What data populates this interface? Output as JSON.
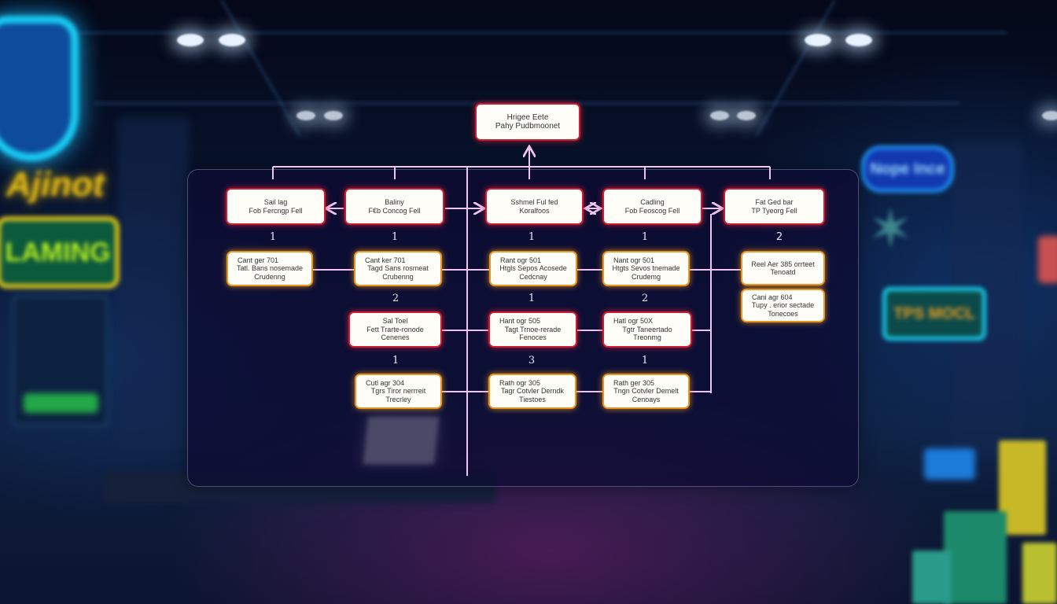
{
  "background": {
    "scene": "neon-lit gaming arcade interior (blurred)",
    "signs": {
      "left_top": "",
      "left_yellow": "Ajinot",
      "left_green": "LAMING",
      "right_blue": "Nope Ince",
      "right_neon": "TPS MOCL"
    }
  },
  "diagram": {
    "root": {
      "line1": "Hrigee Eete",
      "line2": "Pahy Pudbmoonet"
    },
    "level1": [
      {
        "line1": "Sail lag",
        "line2": "Fob Fercngp Fell",
        "count": "1"
      },
      {
        "line1": "Baliny",
        "line2": "F€b Concog Fell",
        "count": "1"
      },
      {
        "line1": "Sshmel Ful fed",
        "line2": "Koralfoos",
        "count": "1"
      },
      {
        "line1": "Cadling",
        "line2": "Fob Feoscog Fell",
        "count": "1"
      },
      {
        "line1": "Fat Ged bar",
        "line2": "TP Tyeorg Fell",
        "count": "2"
      }
    ],
    "level2": [
      {
        "line1": "Cant ger 701",
        "line2": "Tatl. Bans nosemade",
        "line3": "Crudenng"
      },
      {
        "line1": "Cant ker 701",
        "line2": "Tagd Sans rosmeat",
        "line3": "Crubenng"
      },
      {
        "line1": "Rant ogr 501",
        "line2": "Htgls Sepos Acosede",
        "line3": "Cedcnay"
      },
      {
        "line1": "Nant ogr 501",
        "line2": "Htgts Sevos tnemade",
        "line3": "Crudemg"
      },
      {
        "line1": "Reel Aer 385 orrteet",
        "line2": "Tenoatd"
      }
    ],
    "level2_counts": [
      "2",
      "1",
      "2"
    ],
    "level3": [
      {
        "line1": "Sal Toel",
        "line2": "Fett Trarte-ronode",
        "line3": "Cenenes"
      },
      {
        "line1": "Hant ogr 505",
        "line2": "Tagt Trnoe-rerade",
        "line3": "Fenoces"
      },
      {
        "line1": "Hatl ogr 50X",
        "line2": "Tgtr Taneertado",
        "line3": "Treonmg"
      },
      {
        "line1": "Cani agr 604",
        "line2": "Tupy . erior sectade",
        "line3": "Tonecoes"
      }
    ],
    "level3_counts": [
      "1",
      "3",
      "1"
    ],
    "level4": [
      {
        "line1": "Cutl agr 304",
        "line2": "Tgrs Tiror nerrreit",
        "line3": "Trecrley"
      },
      {
        "line1": "Rath ogr 305",
        "line2": "Tagr Cotvler Derndk",
        "line3": "Tiestoes"
      },
      {
        "line1": "Rath ger 305",
        "line2": "Tngn Cotvler Demelt",
        "line3": "Cenoays"
      }
    ]
  },
  "colors": {
    "node_border_red": "#c81e32",
    "node_border_orange": "#e89420",
    "connector": "#f0c4f0",
    "panel_bg": "#0c0a32"
  }
}
